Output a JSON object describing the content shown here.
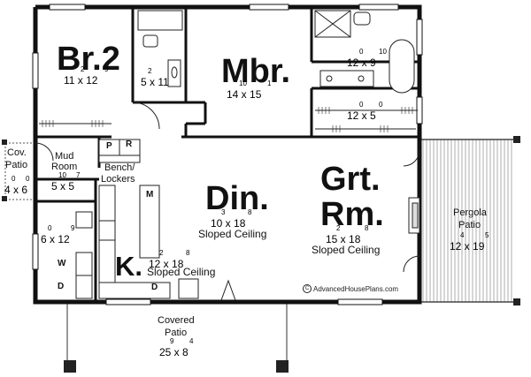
{
  "rooms": {
    "br2": {
      "name": "Br.2",
      "dim": "11 x 12",
      "sup": [
        "2",
        "9"
      ]
    },
    "bath1": {
      "dim": "5 x 11",
      "sup": [
        "2",
        ""
      ]
    },
    "mbr": {
      "name": "Mbr.",
      "dim": "14 x 15",
      "sup": [
        "10",
        "1"
      ]
    },
    "mbath": {
      "dim": "12 x 9",
      "sup": [
        "0",
        "10"
      ]
    },
    "closet": {
      "dim": "12 x 5",
      "sup": [
        "0",
        "0"
      ]
    },
    "covpatio_side": {
      "name_l1": "Cov.",
      "name_l2": "Patio",
      "dim": "4 x 6",
      "sup": [
        "0",
        "0"
      ]
    },
    "mudroom": {
      "name_l1": "Mud",
      "name_l2": "Room",
      "dim": "5 x 5",
      "sup": [
        "10",
        "7"
      ]
    },
    "bench": {
      "name_l1": "Bench/",
      "name_l2": "Lockers"
    },
    "laundry": {
      "dim": "6 x 12",
      "sup": [
        "0",
        "9"
      ]
    },
    "din": {
      "name": "Din.",
      "dim": "10 x 18",
      "sup": [
        "3",
        "8"
      ],
      "note": "Sloped Ceiling"
    },
    "grt": {
      "name_l1": "Grt.",
      "name_l2": "Rm.",
      "dim": "15 x 18",
      "sup": [
        "2",
        "8"
      ],
      "note": "Sloped Ceiling"
    },
    "kit": {
      "name": "K.",
      "dim": "12 x 18",
      "sup": [
        "2",
        "8"
      ],
      "note": "Sloped Ceiling"
    },
    "pergola": {
      "name_l1": "Pergola",
      "name_l2": "Patio",
      "dim": "12 x 19",
      "sup": [
        "4",
        "5"
      ]
    },
    "covered": {
      "name_l1": "Covered",
      "name_l2": "Patio",
      "dim": "25 x 8",
      "sup": [
        "9",
        "4"
      ]
    }
  },
  "fixtures": {
    "pantry": "P",
    "fridge": "R",
    "microwave": "M",
    "washer": "W",
    "dryer": "D",
    "dishwasher": "D"
  },
  "brand": {
    "mark": "C",
    "text": "AdvancedHousePlans.com"
  }
}
